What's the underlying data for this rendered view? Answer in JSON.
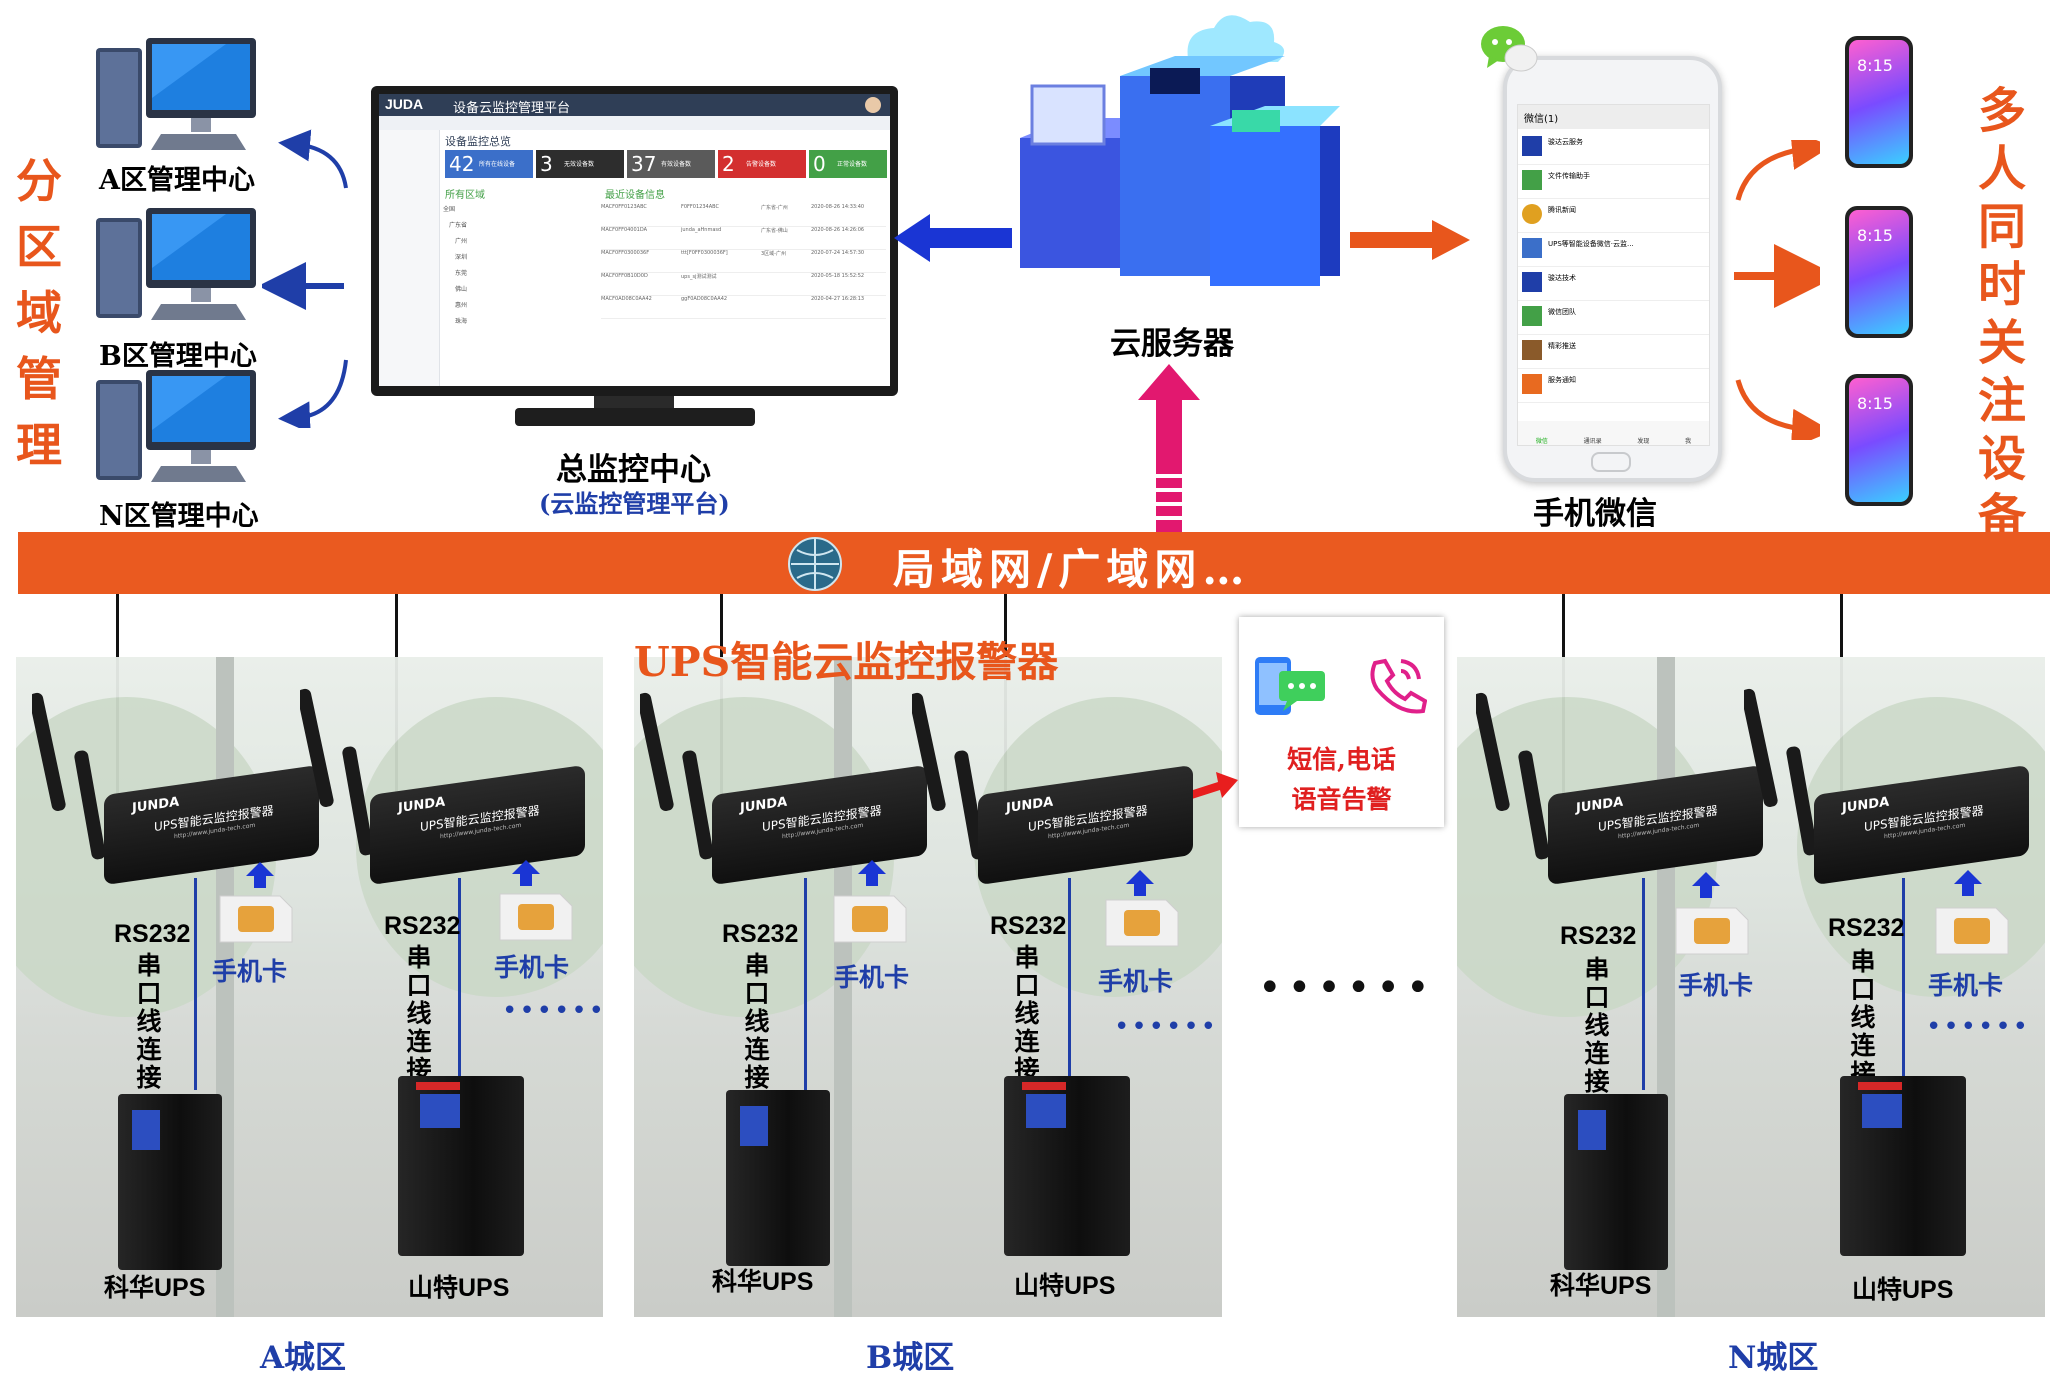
{
  "left_region": {
    "title": "分区域管理"
  },
  "right_region": {
    "title": "多人同时关注设备"
  },
  "management_centers": [
    {
      "label": "A区管理中心"
    },
    {
      "label": "B区管理中心"
    },
    {
      "label": "N区管理中心"
    }
  ],
  "monitor": {
    "caption": "总监控中心",
    "sub_caption": "(云监控管理平台)",
    "screen": {
      "logo": "JUDA",
      "app_title": "设备云监控管理平台",
      "section_title": "设备监控总览",
      "stats": [
        {
          "value": "42",
          "text": "所有在线设备",
          "color": "#3b6fc9"
        },
        {
          "value": "3",
          "text": "无效设备数",
          "color": "#2d2d2d"
        },
        {
          "value": "37",
          "text": "有效设备数",
          "color": "#5a5a5a"
        },
        {
          "value": "2",
          "text": "告警设备数",
          "color": "#d32f2f"
        },
        {
          "value": "0",
          "text": "正常设备数",
          "color": "#43a047"
        }
      ],
      "left_panel_title": "所有区域",
      "right_panel_title": "最近设备信息",
      "tree_items": [
        "全国",
        "广东省",
        "广州",
        "深圳",
        "东莞",
        "佛山",
        "惠州",
        "珠海"
      ],
      "rows": [
        {
          "id": "MACF0FF0123ABC",
          "name": "F0FF01234ABC",
          "area": "广东省-广州",
          "time": "2020-08-26 14:33:40"
        },
        {
          "id": "MACF0FF04001DA",
          "name": "junda_aHnmasd",
          "area": "广东省-佛山",
          "time": "2020-08-26 14:26:06"
        },
        {
          "id": "MACF0FF0300036F",
          "name": "ttt[F0FF0300036F]",
          "area": "3区域-广州",
          "time": "2020-07-24 14:57:30"
        },
        {
          "id": "MACF0FF0B10D0D",
          "name": "ups_sj测试测试",
          "area": "",
          "time": "2020-05-18 15:52:52"
        },
        {
          "id": "MACF0AD08C0AA42",
          "name": "ggF0AD08C0AA42",
          "area": "",
          "time": "2020-04-27 16:28:13"
        }
      ]
    }
  },
  "cloud": {
    "caption": "云服务器"
  },
  "phone": {
    "caption": "手机微信",
    "header": "微信(1)",
    "chats": [
      {
        "name": "骏达云服务",
        "color": "#1f3ea8"
      },
      {
        "name": "文件传输助手",
        "color": "#43a047"
      },
      {
        "name": "腾讯新闻",
        "color": "#e0a020"
      },
      {
        "name": "UPS等智能设备微信·云监...",
        "color": "#3b6fc9"
      },
      {
        "name": "骏达技术",
        "color": "#1f3ea8"
      },
      {
        "name": "微信团队",
        "color": "#43a047"
      },
      {
        "name": "精彩推送",
        "color": "#8a5a2a"
      },
      {
        "name": "服务通知",
        "color": "#e86a20"
      }
    ],
    "tabs": [
      "微信",
      "通讯录",
      "发现",
      "我"
    ]
  },
  "mini_phone_time": "8:15",
  "network": {
    "label": "局域网/广域网…"
  },
  "ups_alarm_title": "UPS智能云监控报警器",
  "alarm_card": {
    "line1": "短信,电话",
    "line2": "语音告警"
  },
  "ellipsis": "••••••",
  "device": {
    "brand": "JUNDA",
    "name": "UPS智能云监控报警器",
    "url": "http://www.junda-tech.com"
  },
  "cities": [
    {
      "label": "A城区",
      "units": [
        {
          "ups": "科华UPS",
          "rs": "RS232",
          "cable": "串口线连接",
          "sim": "手机卡",
          "dots": ""
        },
        {
          "ups": "山特UPS",
          "rs": "RS232",
          "cable": "串口线连接",
          "sim": "手机卡",
          "dots": "••••••"
        }
      ]
    },
    {
      "label": "B城区",
      "units": [
        {
          "ups": "科华UPS",
          "rs": "RS232",
          "cable": "串口线连接",
          "sim": "手机卡",
          "dots": ""
        },
        {
          "ups": "山特UPS",
          "rs": "RS232",
          "cable": "串口线连接",
          "sim": "手机卡",
          "dots": "••••••"
        }
      ]
    },
    {
      "label": "N城区",
      "units": [
        {
          "ups": "科华UPS",
          "rs": "RS232",
          "cable": "串口线连接",
          "sim": "手机卡",
          "dots": ""
        },
        {
          "ups": "山特UPS",
          "rs": "RS232",
          "cable": "串口线连接",
          "sim": "手机卡",
          "dots": "••••••"
        }
      ]
    }
  ]
}
